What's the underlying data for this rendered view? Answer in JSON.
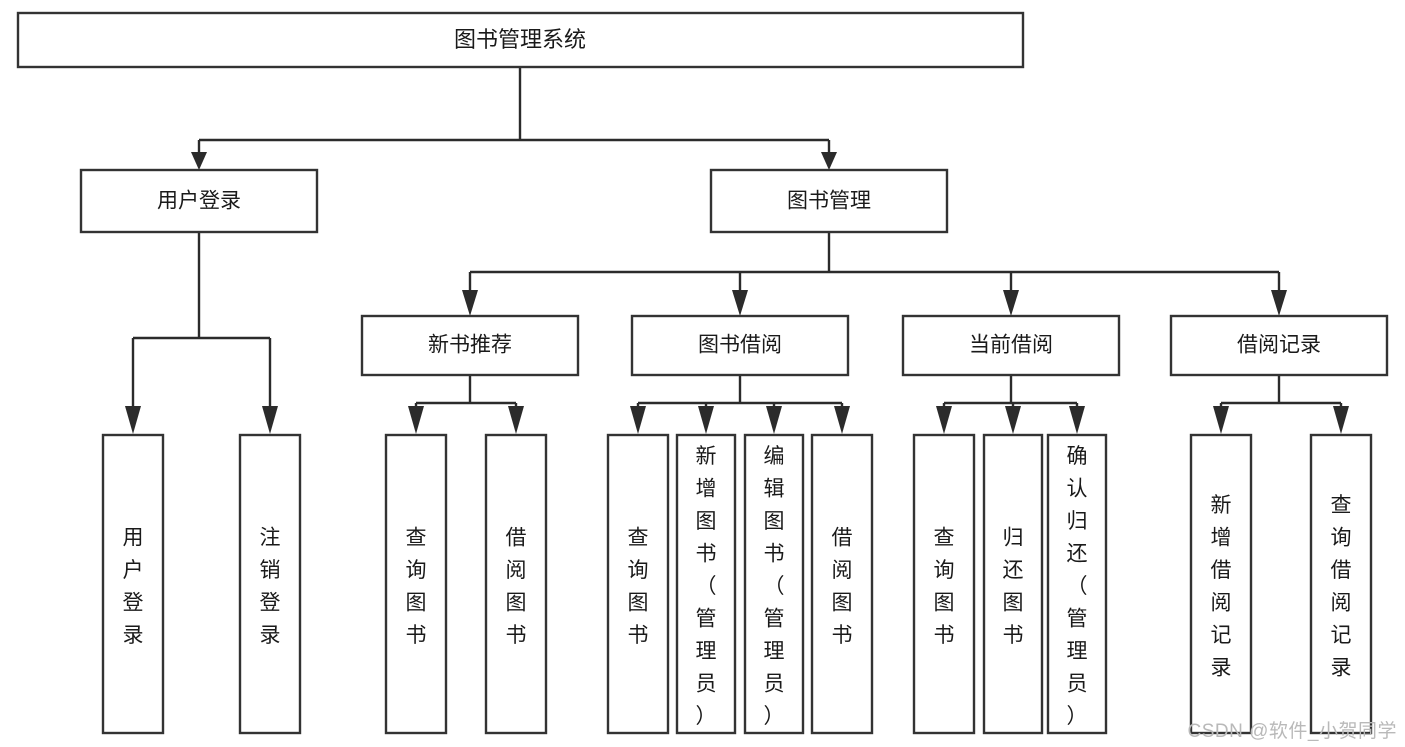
{
  "diagram": {
    "type": "tree",
    "title": "图书管理系统",
    "watermark": "CSDN @软件_小贺同学",
    "colors": {
      "box_stroke": "#333333",
      "box_fill": "#ffffff",
      "connector": "#2b2b2b",
      "text": "#1a1a1a",
      "watermark": "#b9b9b9",
      "background": "#ffffff"
    },
    "levels": {
      "root": {
        "label": "图书管理系统"
      },
      "level2": [
        {
          "label": "用户登录"
        },
        {
          "label": "图书管理"
        }
      ],
      "level3": [
        {
          "label": "新书推荐"
        },
        {
          "label": "图书借阅"
        },
        {
          "label": "当前借阅"
        },
        {
          "label": "借阅记录"
        }
      ],
      "leaves": {
        "user_login": [
          {
            "label": "用户登录"
          },
          {
            "label": "注销登录"
          }
        ],
        "new_book_recommend": [
          {
            "label": "查询图书"
          },
          {
            "label": "借阅图书"
          }
        ],
        "book_borrow": [
          {
            "label": "查询图书"
          },
          {
            "label": "新增图书（管理员）"
          },
          {
            "label": "编辑图书（管理员）"
          },
          {
            "label": "借阅图书"
          }
        ],
        "current_borrow": [
          {
            "label": "查询图书"
          },
          {
            "label": "归还图书"
          },
          {
            "label": "确认归还（管理员）"
          }
        ],
        "borrow_record": [
          {
            "label": "新增借阅记录"
          },
          {
            "label": "查询借阅记录"
          }
        ]
      }
    }
  }
}
